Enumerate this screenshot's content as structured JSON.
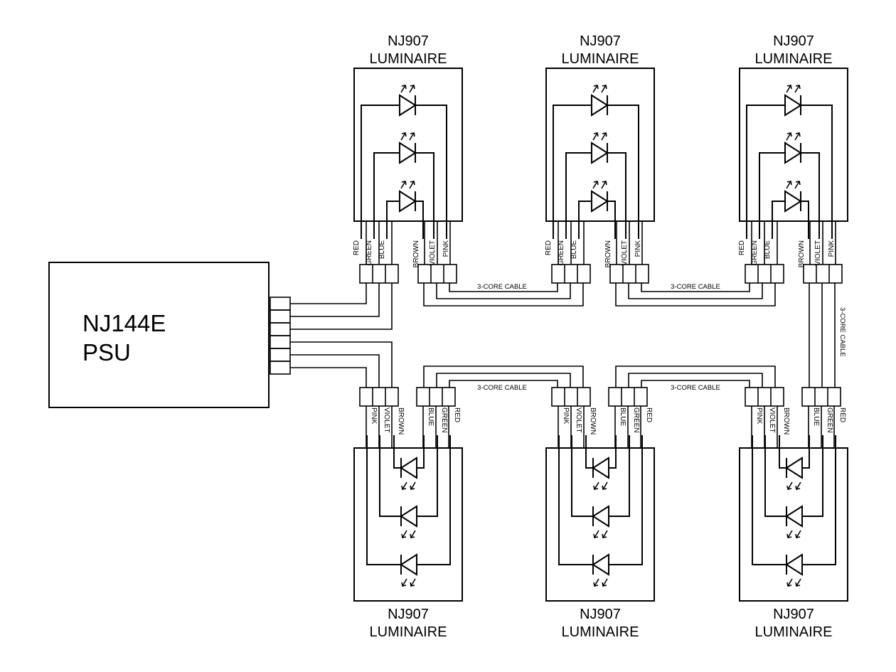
{
  "psu": {
    "line1": "NJ144E",
    "line2": "PSU"
  },
  "luminaire_label": {
    "line1": "NJ907",
    "line2": "LUMINAIRE"
  },
  "wires": {
    "red": "RED",
    "green": "GREEN",
    "blue": "BLUE",
    "brown": "BROWN",
    "violet": "VIOLET",
    "pink": "PINK"
  },
  "cable_label": "3-CORE CABLE",
  "luminaires": [
    {
      "id": "top-1"
    },
    {
      "id": "top-2"
    },
    {
      "id": "top-3"
    },
    {
      "id": "bottom-1"
    },
    {
      "id": "bottom-2"
    },
    {
      "id": "bottom-3"
    }
  ]
}
